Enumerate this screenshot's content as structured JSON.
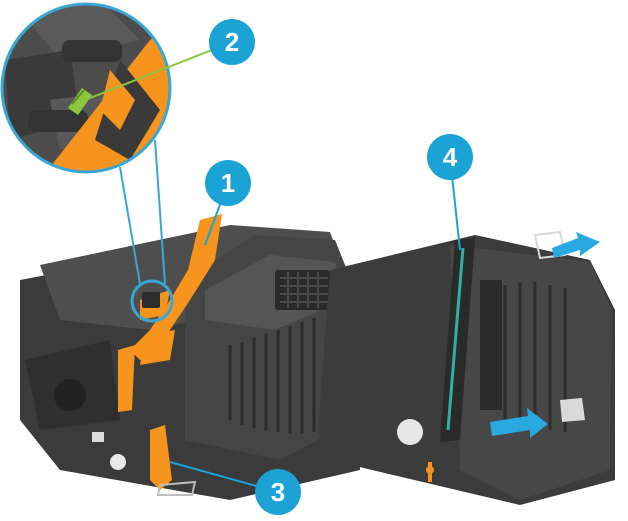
{
  "figure": {
    "colors": {
      "callout": "#1BA3D6",
      "orange": "#F7941D",
      "cartridge_dark": "#3d3d3d",
      "cartridge_mid": "#4d4d4d",
      "cartridge_light": "#5c5c5c",
      "drum": "#2fb0a0",
      "arrow": "#29a9e0",
      "leader": "#3aa6d6",
      "tab_green": "#8cc63f"
    },
    "callouts": [
      {
        "label": "1"
      },
      {
        "label": "2"
      },
      {
        "label": "3"
      },
      {
        "label": "4"
      }
    ]
  }
}
